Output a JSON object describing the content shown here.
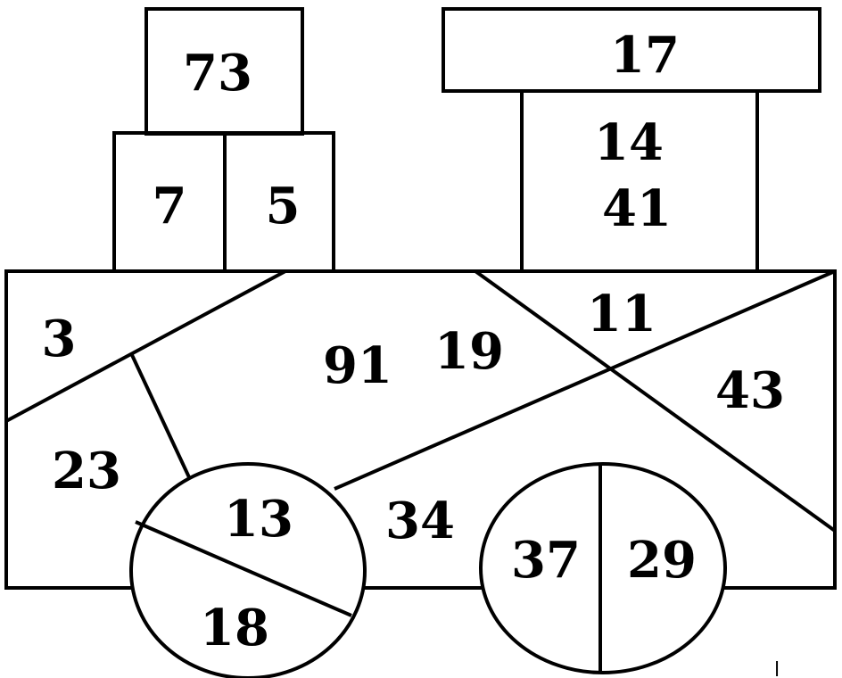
{
  "train_numbers": {
    "chimney_top": "73",
    "chimney_left": "7",
    "chimney_right": "5",
    "roof": "17",
    "cab": "14",
    "cab_lower": "41",
    "body_top_right": "11",
    "body_left": "3",
    "body_center": "91",
    "body_center_right": "19",
    "body_right": "43",
    "body_lower_left": "23",
    "body_lower_middle": "34",
    "wheel_left_top": "13",
    "wheel_left_bottom": "18",
    "wheel_right_left": "37",
    "wheel_right_right": "29"
  },
  "stray_mark": "l"
}
